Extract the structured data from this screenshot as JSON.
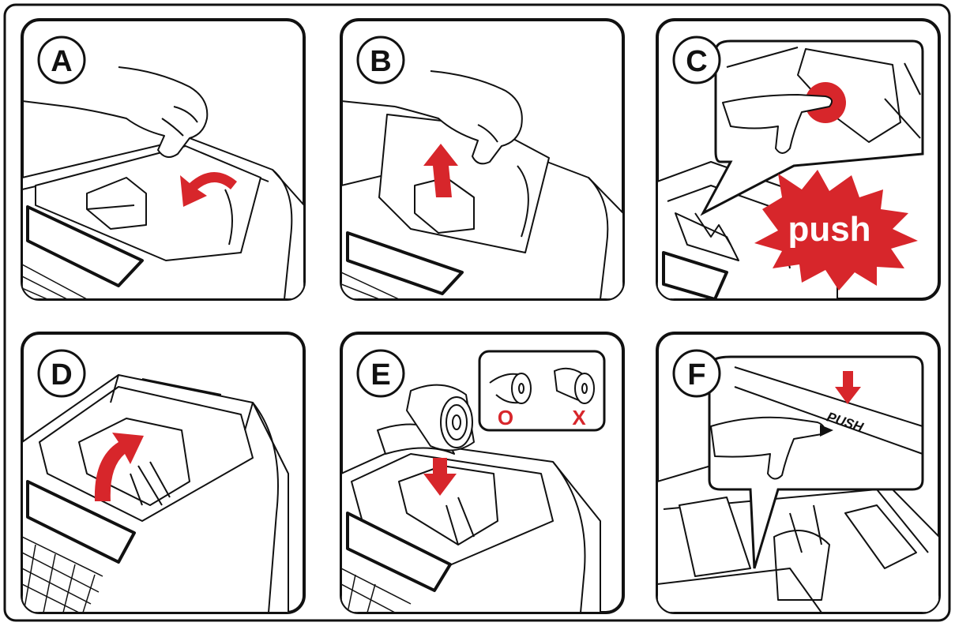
{
  "steps": [
    {
      "label": "A"
    },
    {
      "label": "B"
    },
    {
      "label": "C",
      "callout": "push"
    },
    {
      "label": "D"
    },
    {
      "label": "E",
      "legend": {
        "correct": "O",
        "wrong": "X"
      }
    },
    {
      "label": "F",
      "callout": "PUSH"
    }
  ],
  "colors": {
    "accent": "#d7262b",
    "stroke": "#111111",
    "panel": "#ffffff"
  }
}
